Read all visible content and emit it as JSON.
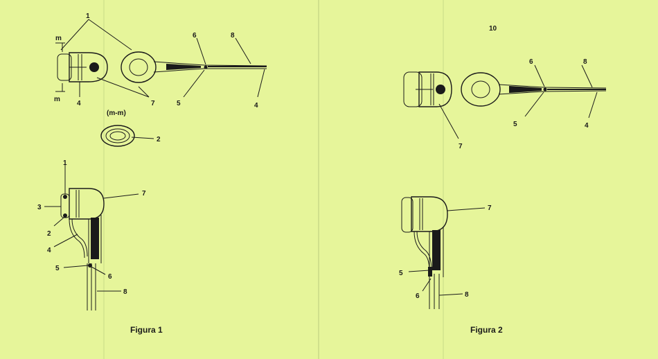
{
  "figure1": {
    "caption": "Figura 1",
    "section_label": "(m-m)",
    "labels": {
      "l1_top": "1",
      "m_top": "m",
      "m_bottom": "m",
      "l4_a": "4",
      "l7_a": "7",
      "l5_a": "5",
      "l6_a": "6",
      "l8_a": "8",
      "l4_b": "4",
      "l2_a": "2",
      "l1_b": "1",
      "l3_b": "3",
      "l2_b": "2",
      "l4_c": "4",
      "l7_b": "7",
      "l5_b": "5",
      "l6_b": "6",
      "l8_b": "8"
    }
  },
  "figure2": {
    "caption": "Figura 2",
    "page_number": "10",
    "labels": {
      "l6_a": "6",
      "l8_a": "8",
      "l5_a": "5",
      "l4_a": "4",
      "l7_a": "7",
      "l7_b": "7",
      "l5_b": "5",
      "l6_b": "6",
      "l8_b": "8"
    }
  },
  "colors": {
    "background": "#e6f59a",
    "ink": "#1a1a1a",
    "shade": "#b9c46a",
    "dark_shade": "#8d9550"
  }
}
